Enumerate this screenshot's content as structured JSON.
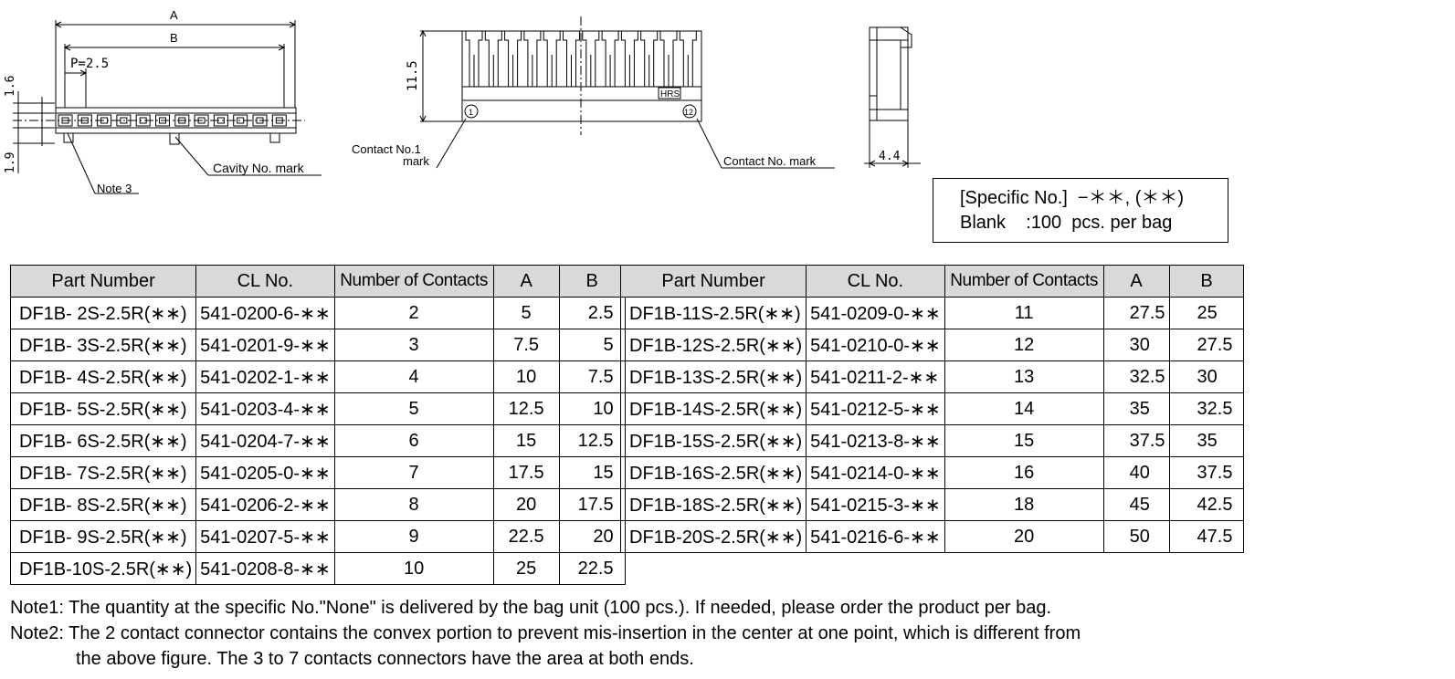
{
  "drawing": {
    "dim_a": "A",
    "dim_b": "B",
    "pitch": "P=2.5",
    "dim_1_6": "1.6",
    "dim_1_9": "1.9",
    "dim_11_5": "11.5",
    "dim_4_4": "4.4",
    "note3_label": "Note 3",
    "cavity_label": "Cavity No. mark",
    "contact1_label_line1": "Contact No.1",
    "contact1_label_line2": "mark",
    "contact_mark_label": "Contact No. mark",
    "circle_1": "1",
    "circle_12": "12",
    "logo": "HRS"
  },
  "spec_box": {
    "line1": "[Specific No.]  −＊＊, (＊＊)",
    "line2": "Blank    :100  pcs. per bag"
  },
  "table_headers": {
    "part_number": "Part Number",
    "cl_no": "CL No.",
    "contacts": "Number of Contacts",
    "a": "A",
    "b": "B"
  },
  "table_left": [
    {
      "part": "DF1B-  2S-2.5R(∗∗)",
      "cl": "541-0200-6-∗∗",
      "n": "2",
      "a": "5",
      "b": "2.5"
    },
    {
      "part": "DF1B-  3S-2.5R(∗∗)",
      "cl": "541-0201-9-∗∗",
      "n": "3",
      "a": "7.5",
      "b": "5"
    },
    {
      "part": "DF1B-  4S-2.5R(∗∗)",
      "cl": "541-0202-1-∗∗",
      "n": "4",
      "a": "10",
      "b": "7.5"
    },
    {
      "part": "DF1B-  5S-2.5R(∗∗)",
      "cl": "541-0203-4-∗∗",
      "n": "5",
      "a": "12.5",
      "b": "10"
    },
    {
      "part": "DF1B-  6S-2.5R(∗∗)",
      "cl": "541-0204-7-∗∗",
      "n": "6",
      "a": "15",
      "b": "12.5"
    },
    {
      "part": "DF1B-  7S-2.5R(∗∗)",
      "cl": "541-0205-0-∗∗",
      "n": "7",
      "a": "17.5",
      "b": "15"
    },
    {
      "part": "DF1B-  8S-2.5R(∗∗)",
      "cl": "541-0206-2-∗∗",
      "n": "8",
      "a": "20",
      "b": "17.5"
    },
    {
      "part": "DF1B-  9S-2.5R(∗∗)",
      "cl": "541-0207-5-∗∗",
      "n": "9",
      "a": "22.5",
      "b": "20"
    },
    {
      "part": "DF1B-10S-2.5R(∗∗)",
      "cl": "541-0208-8-∗∗",
      "n": "10",
      "a": "25",
      "b": "22.5"
    }
  ],
  "table_right": [
    {
      "part": "DF1B-11S-2.5R(∗∗)",
      "cl": "541-0209-0-∗∗",
      "n": "11",
      "a": "27.5",
      "b": "25"
    },
    {
      "part": "DF1B-12S-2.5R(∗∗)",
      "cl": "541-0210-0-∗∗",
      "n": "12",
      "a": "30",
      "b": "27.5"
    },
    {
      "part": "DF1B-13S-2.5R(∗∗)",
      "cl": "541-0211-2-∗∗",
      "n": "13",
      "a": "32.5",
      "b": "30"
    },
    {
      "part": "DF1B-14S-2.5R(∗∗)",
      "cl": "541-0212-5-∗∗",
      "n": "14",
      "a": "35",
      "b": "32.5"
    },
    {
      "part": "DF1B-15S-2.5R(∗∗)",
      "cl": "541-0213-8-∗∗",
      "n": "15",
      "a": "37.5",
      "b": "35"
    },
    {
      "part": "DF1B-16S-2.5R(∗∗)",
      "cl": "541-0214-0-∗∗",
      "n": "16",
      "a": "40",
      "b": "37.5"
    },
    {
      "part": "DF1B-18S-2.5R(∗∗)",
      "cl": "541-0215-3-∗∗",
      "n": "18",
      "a": "45",
      "b": "42.5"
    },
    {
      "part": "DF1B-20S-2.5R(∗∗)",
      "cl": "541-0216-6-∗∗",
      "n": "20",
      "a": "50",
      "b": "47.5"
    }
  ],
  "notes": {
    "note1": "Note1: The quantity at the specific No.\"None\" is delivered by the bag unit (100 pcs.). If needed, please order the product per bag.",
    "note2": "Note2: The 2 contact connector contains the convex portion to prevent mis-insertion in the center at one point, which is different from",
    "note2_cont": "the above figure. The 3 to 7 contacts connectors have the area at both ends."
  }
}
